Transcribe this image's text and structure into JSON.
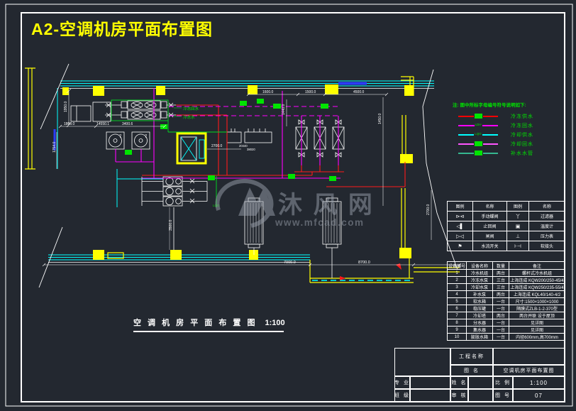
{
  "sheet": {
    "title": "A2-空调机房平面布置图"
  },
  "plan": {
    "caption": "空 调 机 房 平 面 布 置 图",
    "caption_scale": "1:100",
    "pump_no": "7",
    "labels": {
      "chilled_return": "冷冻回水",
      "chilled_water": "冷冻水",
      "lqg": "LQG"
    },
    "dims": {
      "d1950": "1950.0",
      "d1800": "1800.0",
      "d14550": "14550.1",
      "d3400": "3400.6",
      "d1754": "1754.0",
      "d2700a": "2700.0",
      "d2700b": "2700.0",
      "d1600": "1600.0",
      "d1500": "1500.0",
      "d4500": "4500.0",
      "d1450": "1450.0",
      "d1440": "1440.0",
      "d3500": "3500.0",
      "d7000": "7000.0",
      "d8700": "8700.0",
      "d20440": "20440",
      "d38020": "38020"
    }
  },
  "watermark": {
    "name": "沐 风 网",
    "url": "www.mfcad.com"
  },
  "legend": {
    "note": "注: 图中所标字母编号符号说明如下:",
    "items": [
      {
        "label": "冷冻供水",
        "tag": "box",
        "color": "#ff0000"
      },
      {
        "label": "冷冻回水",
        "tag": "LDH",
        "color": "#ff00ff"
      },
      {
        "label": "冷却供水",
        "tag": "LQG",
        "color": "#00ffff"
      },
      {
        "label": "冷却回水",
        "tag": "box",
        "color": "#ff55ff"
      },
      {
        "label": "补水水管",
        "tag": "box",
        "color": "#35b78f"
      }
    ]
  },
  "symbol_table": {
    "headers": [
      "图例",
      "名称",
      "图例",
      "名称"
    ],
    "rows": [
      {
        "g1": "⊳⊲",
        "n1": "手动蝶阀",
        "g2": "丫",
        "n2": "过滤器"
      },
      {
        "g1": "◁▌",
        "n1": "止回阀",
        "g2": "▣",
        "n2": "温度计"
      },
      {
        "g1": "▷◁",
        "n1": "闸阀",
        "g2": "⊥",
        "n2": "压力表"
      },
      {
        "g1": "⚑",
        "n1": "水流开关",
        "g2": "⊦⊣",
        "n2": "软接头"
      }
    ]
  },
  "equipment_table": {
    "headers": [
      "设备编号",
      "设备名称",
      "数量",
      "备注"
    ],
    "rows": [
      {
        "no": "1",
        "name": "冷水机组",
        "qty": "两台",
        "note": "螺杆式冷水机组"
      },
      {
        "no": "2",
        "name": "冷冻水泵",
        "qty": "三台",
        "note": "上海连成 KQW200/250-45/4"
      },
      {
        "no": "3",
        "name": "冷却水泵",
        "qty": "三台",
        "note": "上海连成 KQW250/235-55/4"
      },
      {
        "no": "4",
        "name": "补水泵",
        "qty": "两台",
        "note": "上海连成 KQL40/140-4/2"
      },
      {
        "no": "5",
        "name": "软水箱",
        "qty": "一台",
        "note": "尺寸:1500×1000×1000"
      },
      {
        "no": "6",
        "name": "稳压罐",
        "qty": "一台",
        "note": "隔膜式ZLB-1-2-370型"
      },
      {
        "no": "7",
        "name": "冷却塔",
        "qty": "两台",
        "note": "两台并联 设于屋顶"
      },
      {
        "no": "8",
        "name": "分水器",
        "qty": "一台",
        "note": "见详图"
      },
      {
        "no": "9",
        "name": "集水器",
        "qty": "一台",
        "note": "见详图"
      },
      {
        "no": "10",
        "name": "膨胀水箱",
        "qty": "一台",
        "note": "内径600mm,高700mm"
      }
    ]
  },
  "title_block": {
    "project_label": "工程名称",
    "project_value": "",
    "drawing_label": "图  名",
    "drawing_value": "空调机房平面布置图",
    "major_label": "专 业",
    "name_label": "姓 名",
    "scale_label": "比 例",
    "scale_value": "1:100",
    "class_label": "班 级",
    "review_label": "审 核",
    "no_label": "图 号",
    "no_value": "07"
  },
  "colors": {
    "background": "#232830",
    "line_white": "#ffffff",
    "wall_yellow": "#ffff00",
    "window_cyan": "#00ffff",
    "pipe_red": "#ff1a1a",
    "pipe_magenta": "#ff00ff",
    "pipe_green": "#00dd22",
    "pipe_blue": "#2b3cff",
    "legend_teal": "#35b78f",
    "title_yellow": "#ffff00",
    "text_green": "#00e400",
    "watermark_gray": "#9aa1ac"
  }
}
